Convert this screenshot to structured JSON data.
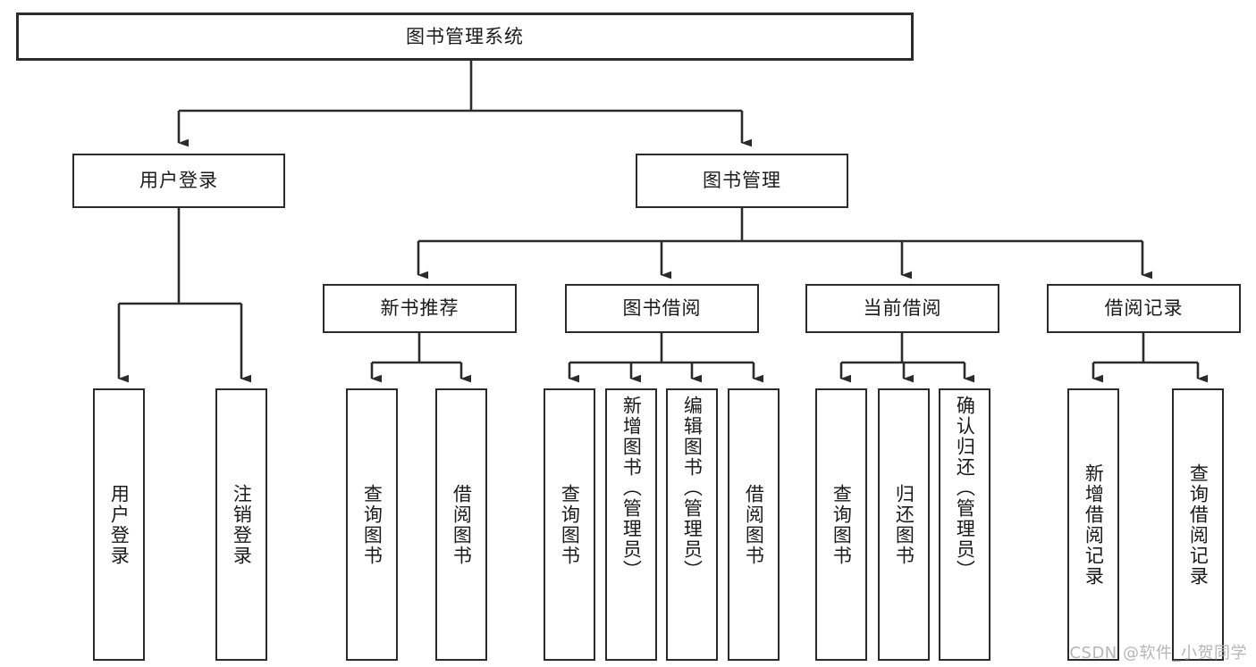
{
  "diagram": {
    "title": "图书管理系统",
    "type": "tree-hierarchy",
    "root": {
      "label": "图书管理系统"
    },
    "level2": [
      {
        "label": "用户登录"
      },
      {
        "label": "图书管理"
      }
    ],
    "level3": [
      {
        "label": "新书推荐"
      },
      {
        "label": "图书借阅"
      },
      {
        "label": "当前借阅"
      },
      {
        "label": "借阅记录"
      }
    ],
    "leaves": {
      "user_login": [
        {
          "label": "用户登录"
        },
        {
          "label": "注销登录"
        }
      ],
      "new_book_recommend": [
        {
          "label": "查询图书"
        },
        {
          "label": "借阅图书"
        }
      ],
      "book_borrow": [
        {
          "label": "查询图书"
        },
        {
          "label": "新增图书（管理员）"
        },
        {
          "label": "编辑图书（管理员）"
        },
        {
          "label": "借阅图书"
        }
      ],
      "current_borrow": [
        {
          "label": "查询图书"
        },
        {
          "label": "归还图书"
        },
        {
          "label": "确认归还（管理员）"
        }
      ],
      "borrow_record": [
        {
          "label": "新增借阅记录"
        },
        {
          "label": "查询借阅记录"
        }
      ]
    }
  },
  "watermark": {
    "text": "CSDN @软件_小贺同学"
  },
  "colors": {
    "box_border": "#2b2b2b",
    "box_fill": "#ffffff",
    "text": "#1a1a1a",
    "connector": "#2b2b2b",
    "watermark": "#b5b5b5"
  }
}
